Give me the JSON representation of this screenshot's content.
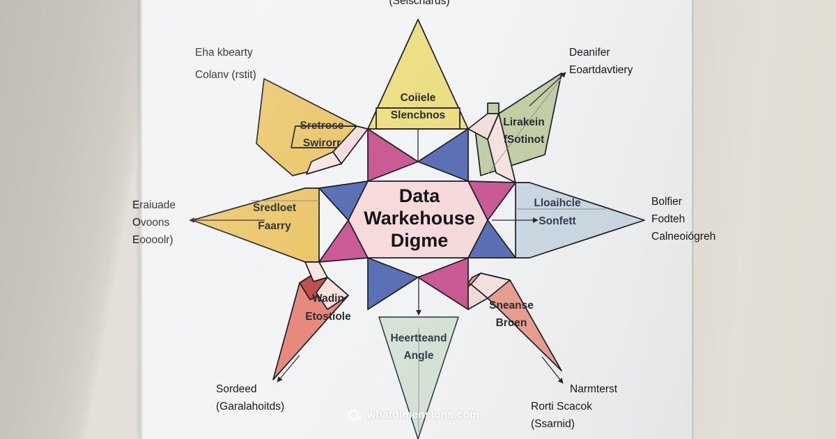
{
  "poster": {
    "center": {
      "line1": "Data",
      "line2": "Warkehouse",
      "line3": "Digme"
    },
    "watermark": {
      "icon": "search-icon",
      "text": "whatdimensions.com"
    },
    "colors": {
      "center_fill": "#f8dcdd",
      "magenta": "#cb5b95",
      "blue_violet": "#5c71b6",
      "pale_pink": "#f5dedd",
      "gold": "#ebc76c",
      "sage_green": "#c3d0a8",
      "light_blue": "#ccdae4",
      "mint": "#d9e4d9",
      "salmon": "#eca091",
      "coral": "#e8897d",
      "deep_red": "#c1504c",
      "outline": "#1d1d22"
    },
    "points": [
      {
        "id": "top",
        "position": "top",
        "inner_label_line1": "Coiiele",
        "inner_label_line2": "Slencbnos",
        "inner_fill": "#ecdf86",
        "outer_label_line1": "(Selschards)",
        "outer_label_line2": "",
        "outer_label_line3": ""
      },
      {
        "id": "top-right",
        "position": "top-right",
        "inner_label_line1": "Lirakein",
        "inner_label_line2": "fSotinot",
        "inner_fill": "#c3d0a8",
        "outer_label_line1": "Deanifer",
        "outer_label_line2": "Eoartdavtiery",
        "outer_label_line3": ""
      },
      {
        "id": "right",
        "position": "right",
        "inner_label_line1": "Lloaihcle",
        "inner_label_line2": "Sonfett",
        "inner_fill": "#ccdae4",
        "outer_label_line1": "Bolfier",
        "outer_label_line2": "Fodteh",
        "outer_label_line3": "Calneoiógreh"
      },
      {
        "id": "bottom-right",
        "position": "bottom-right",
        "inner_label_line1": "Sneanse",
        "inner_label_line2": "Broen",
        "inner_fill": "#eca091",
        "outer_label_line1": "Narmterst",
        "outer_label_line2": "Rorti Scacok",
        "outer_label_line3": "(Ssarnid)"
      },
      {
        "id": "bottom",
        "position": "bottom",
        "inner_label_line1": "Heertteand",
        "inner_label_line2": "Angle",
        "inner_fill": "#d9e4d9",
        "outer_label_line1": "",
        "outer_label_line2": "",
        "outer_label_line3": ""
      },
      {
        "id": "bottom-left",
        "position": "bottom-left",
        "inner_label_line1": "Wadin",
        "inner_label_line2": "Etostiole",
        "inner_fill": "#e8897d",
        "outer_label_line1": "Sordeed",
        "outer_label_line2": "(Garalahoitds)",
        "outer_label_line3": ""
      },
      {
        "id": "left",
        "position": "left",
        "inner_label_line1": "Sredloet",
        "inner_label_line2": "Faarry",
        "inner_fill": "#ebc76c",
        "outer_label_line1": "Eraiuade",
        "outer_label_line2": "Ovoons",
        "outer_label_line3": "Eoooolr)"
      },
      {
        "id": "top-left",
        "position": "top-left",
        "inner_label_line1": "Sretrose",
        "inner_label_line2": "Swirorr",
        "inner_fill": "#ebc76c",
        "outer_label_line1": "Eha kbearty",
        "outer_label_line2": "Colanv (rstit)",
        "outer_label_line3": ""
      }
    ]
  }
}
